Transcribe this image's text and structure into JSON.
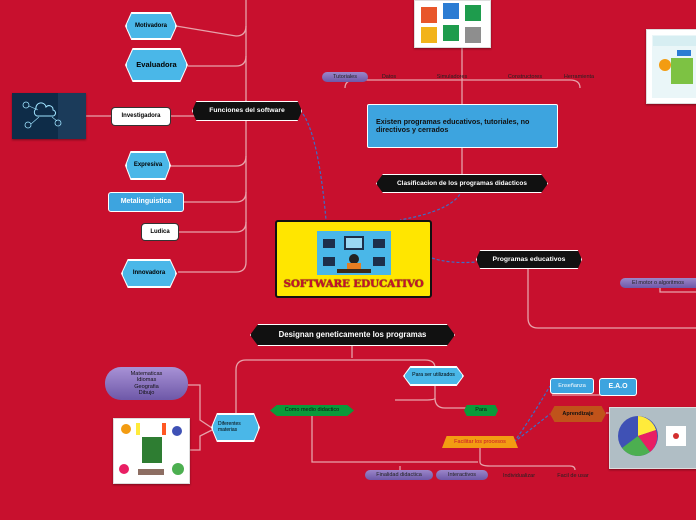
{
  "central": {
    "title": "SOFTWARE EDUCATIVO"
  },
  "funciones": {
    "label": "Funciones del software",
    "items": [
      "Motivadora",
      "Evaluadora",
      "Investigadora",
      "Expresiva",
      "Metalinguistica",
      "Ludica",
      "Innovadora"
    ]
  },
  "clasificacion": {
    "label": "Clasificacion de los programas didacticos",
    "existen": "Existen programas educativos, tutoriales, no directivos y cerrados",
    "types": [
      "Tutoriales",
      "Datos",
      "Simuladores",
      "Constructores",
      "Herramienta"
    ]
  },
  "programas": {
    "label": "Programas educativos",
    "motor": "El motor o algoritmos"
  },
  "disenan": {
    "label": "Designan geneticamente los programas",
    "para_ser": "Para ser utilizados",
    "medio": "Como medio didactico",
    "para": "Para",
    "facilitar": "Facilitar los procesos",
    "diferentes": "Diferentes materias",
    "materias": [
      "Matematicas",
      "Idiomas",
      "Geografia",
      "Dibujo"
    ],
    "finalidad": "Finalidad didactica",
    "interactivos": "Interactivos",
    "individualizar": "Individualizar",
    "facil": "Facil de usar",
    "ensenanza": "Enseñanza",
    "eao": "E.A.O",
    "aprendizaje": "Aprendizaje"
  },
  "colors": {
    "background": "#c8102e",
    "hex_fill": "#4ab7e8",
    "central_fill": "#ffe600",
    "line": "#e6a1a8"
  }
}
